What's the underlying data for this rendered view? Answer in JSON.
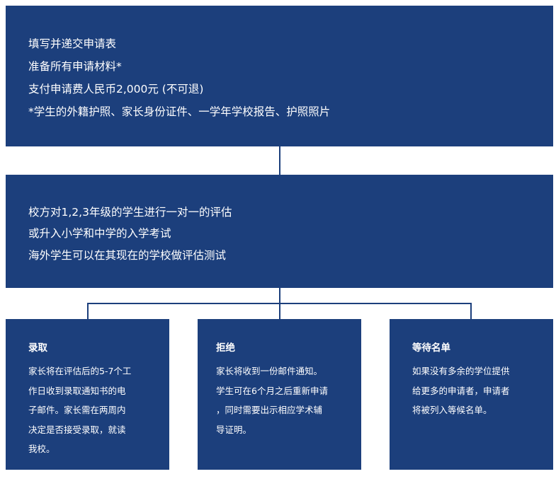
{
  "step1": {
    "lines": [
      "填写并递交申请表",
      "准备所有申请材料*",
      "支付申请费人民币2,000元 (不可退)",
      "*学生的外籍护照、家长身份证件、一学年学校报告、护照照片"
    ]
  },
  "step2": {
    "lines": [
      "校方对1,2,3年级的学生进行一对一的评估",
      "或升入小学和中学的入学考试",
      "海外学生可以在其现在的学校做评估测试"
    ]
  },
  "outcomes": [
    {
      "title": "录取",
      "lines": [
        "家长将在评估后的5-7个工",
        "作日收到录取通知书的电",
        "子邮件。家长需在两周内",
        "决定是否接受录取，就读",
        "我校。"
      ]
    },
    {
      "title": "拒绝",
      "lines": [
        "家长将收到一份邮件通知。",
        "学生可在6个月之后重新申请",
        "，同时需要出示相应学术辅",
        "导证明。"
      ]
    },
    {
      "title": "等待名单",
      "lines": [
        "如果没有多余的学位提供",
        "给更多的申请者，申请者",
        "将被列入等候名单。"
      ]
    }
  ],
  "colors": {
    "box": "#1c3f7c",
    "text": "#ffffff"
  }
}
